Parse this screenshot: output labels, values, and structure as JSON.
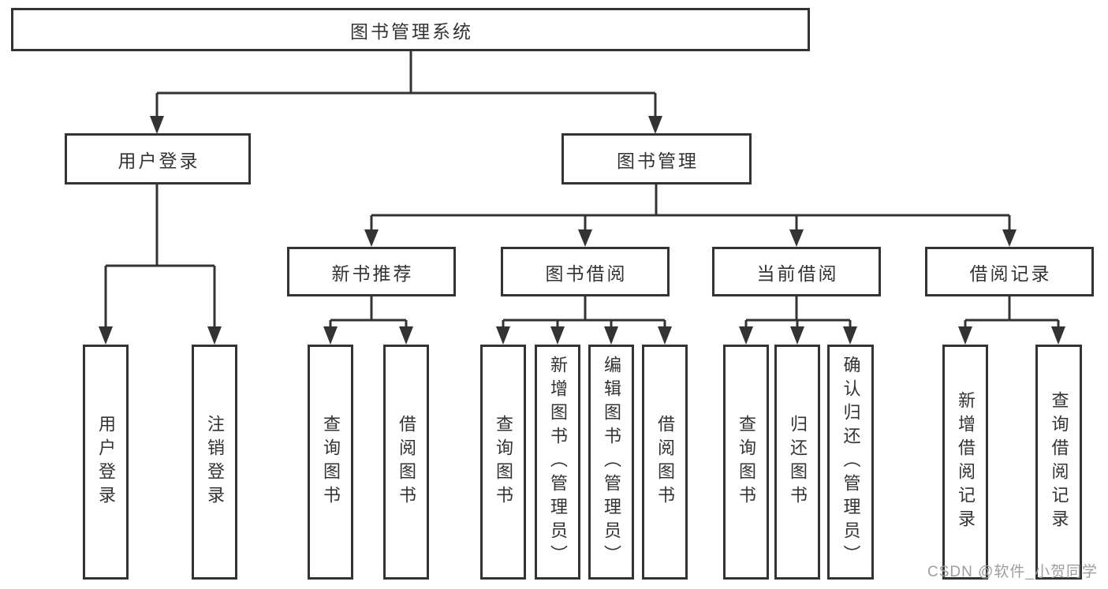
{
  "diagram_type": "hierarchy-tree",
  "colors": {
    "background": "#ffffff",
    "line": "#333333",
    "box_border": "#333333",
    "text": "#333333",
    "watermark": "#9e9e9e"
  },
  "tree": {
    "label": "图书管理系统",
    "children": [
      {
        "label": "用户登录",
        "children": [
          {
            "label": "用户登录"
          },
          {
            "label": "注销登录"
          }
        ]
      },
      {
        "label": "图书管理",
        "children": [
          {
            "label": "新书推荐",
            "children": [
              {
                "label": "查询图书"
              },
              {
                "label": "借阅图书"
              }
            ]
          },
          {
            "label": "图书借阅",
            "children": [
              {
                "label": "查询图书"
              },
              {
                "label": "新增图书（管理员）"
              },
              {
                "label": "编辑图书（管理员）"
              },
              {
                "label": "借阅图书"
              }
            ]
          },
          {
            "label": "当前借阅",
            "children": [
              {
                "label": "查询图书"
              },
              {
                "label": "归还图书"
              },
              {
                "label": "确认归还（管理员）"
              }
            ]
          },
          {
            "label": "借阅记录",
            "children": [
              {
                "label": "新增借阅记录"
              },
              {
                "label": "查询借阅记录"
              }
            ]
          }
        ]
      }
    ]
  },
  "watermark": {
    "text": "CSDN @软件_小贺同学"
  }
}
